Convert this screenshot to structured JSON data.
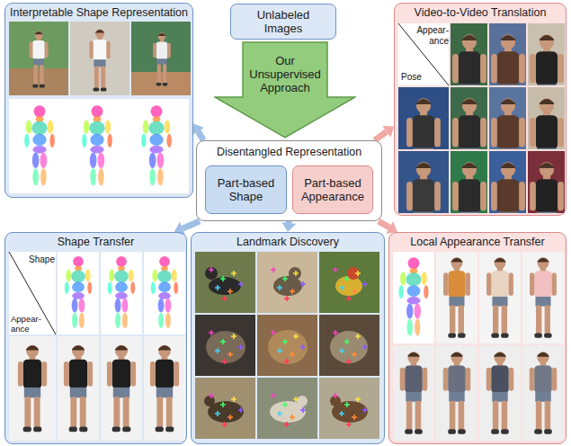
{
  "diagram": {
    "nodes": [
      {
        "text": [
          "Interpretable Shape Representation"
        ]
      },
      {
        "text": [
          "Unlabeled Images"
        ]
      },
      {
        "text": [
          "Our Unsupervised Approach"
        ]
      },
      {
        "text": [
          "Video-to-Video Translation"
        ]
      },
      {
        "text": [
          "Disentangled Representation"
        ]
      },
      {
        "text": [
          "Part-based Shape"
        ],
        "in": 4
      },
      {
        "text": [
          "Part-based Appearance"
        ],
        "in": 4
      },
      {
        "text": [
          "Shape Transfer"
        ]
      },
      {
        "text": [
          "Landmark Discovery"
        ]
      },
      {
        "text": [
          "Local Appearance Transfer"
        ]
      }
    ],
    "edges": [
      {
        "from": 4,
        "to": 0,
        "arrow": "to"
      },
      {
        "from": 4,
        "to": 3,
        "arrow": "to"
      },
      {
        "from": 4,
        "to": 7,
        "arrow": "to"
      },
      {
        "from": 4,
        "to": 8,
        "arrow": "to"
      },
      {
        "from": 4,
        "to": 9,
        "arrow": "to"
      }
    ],
    "labels": [
      "Appear-ance",
      "Pose",
      "Shape",
      "Appear-ance"
    ]
  }
}
